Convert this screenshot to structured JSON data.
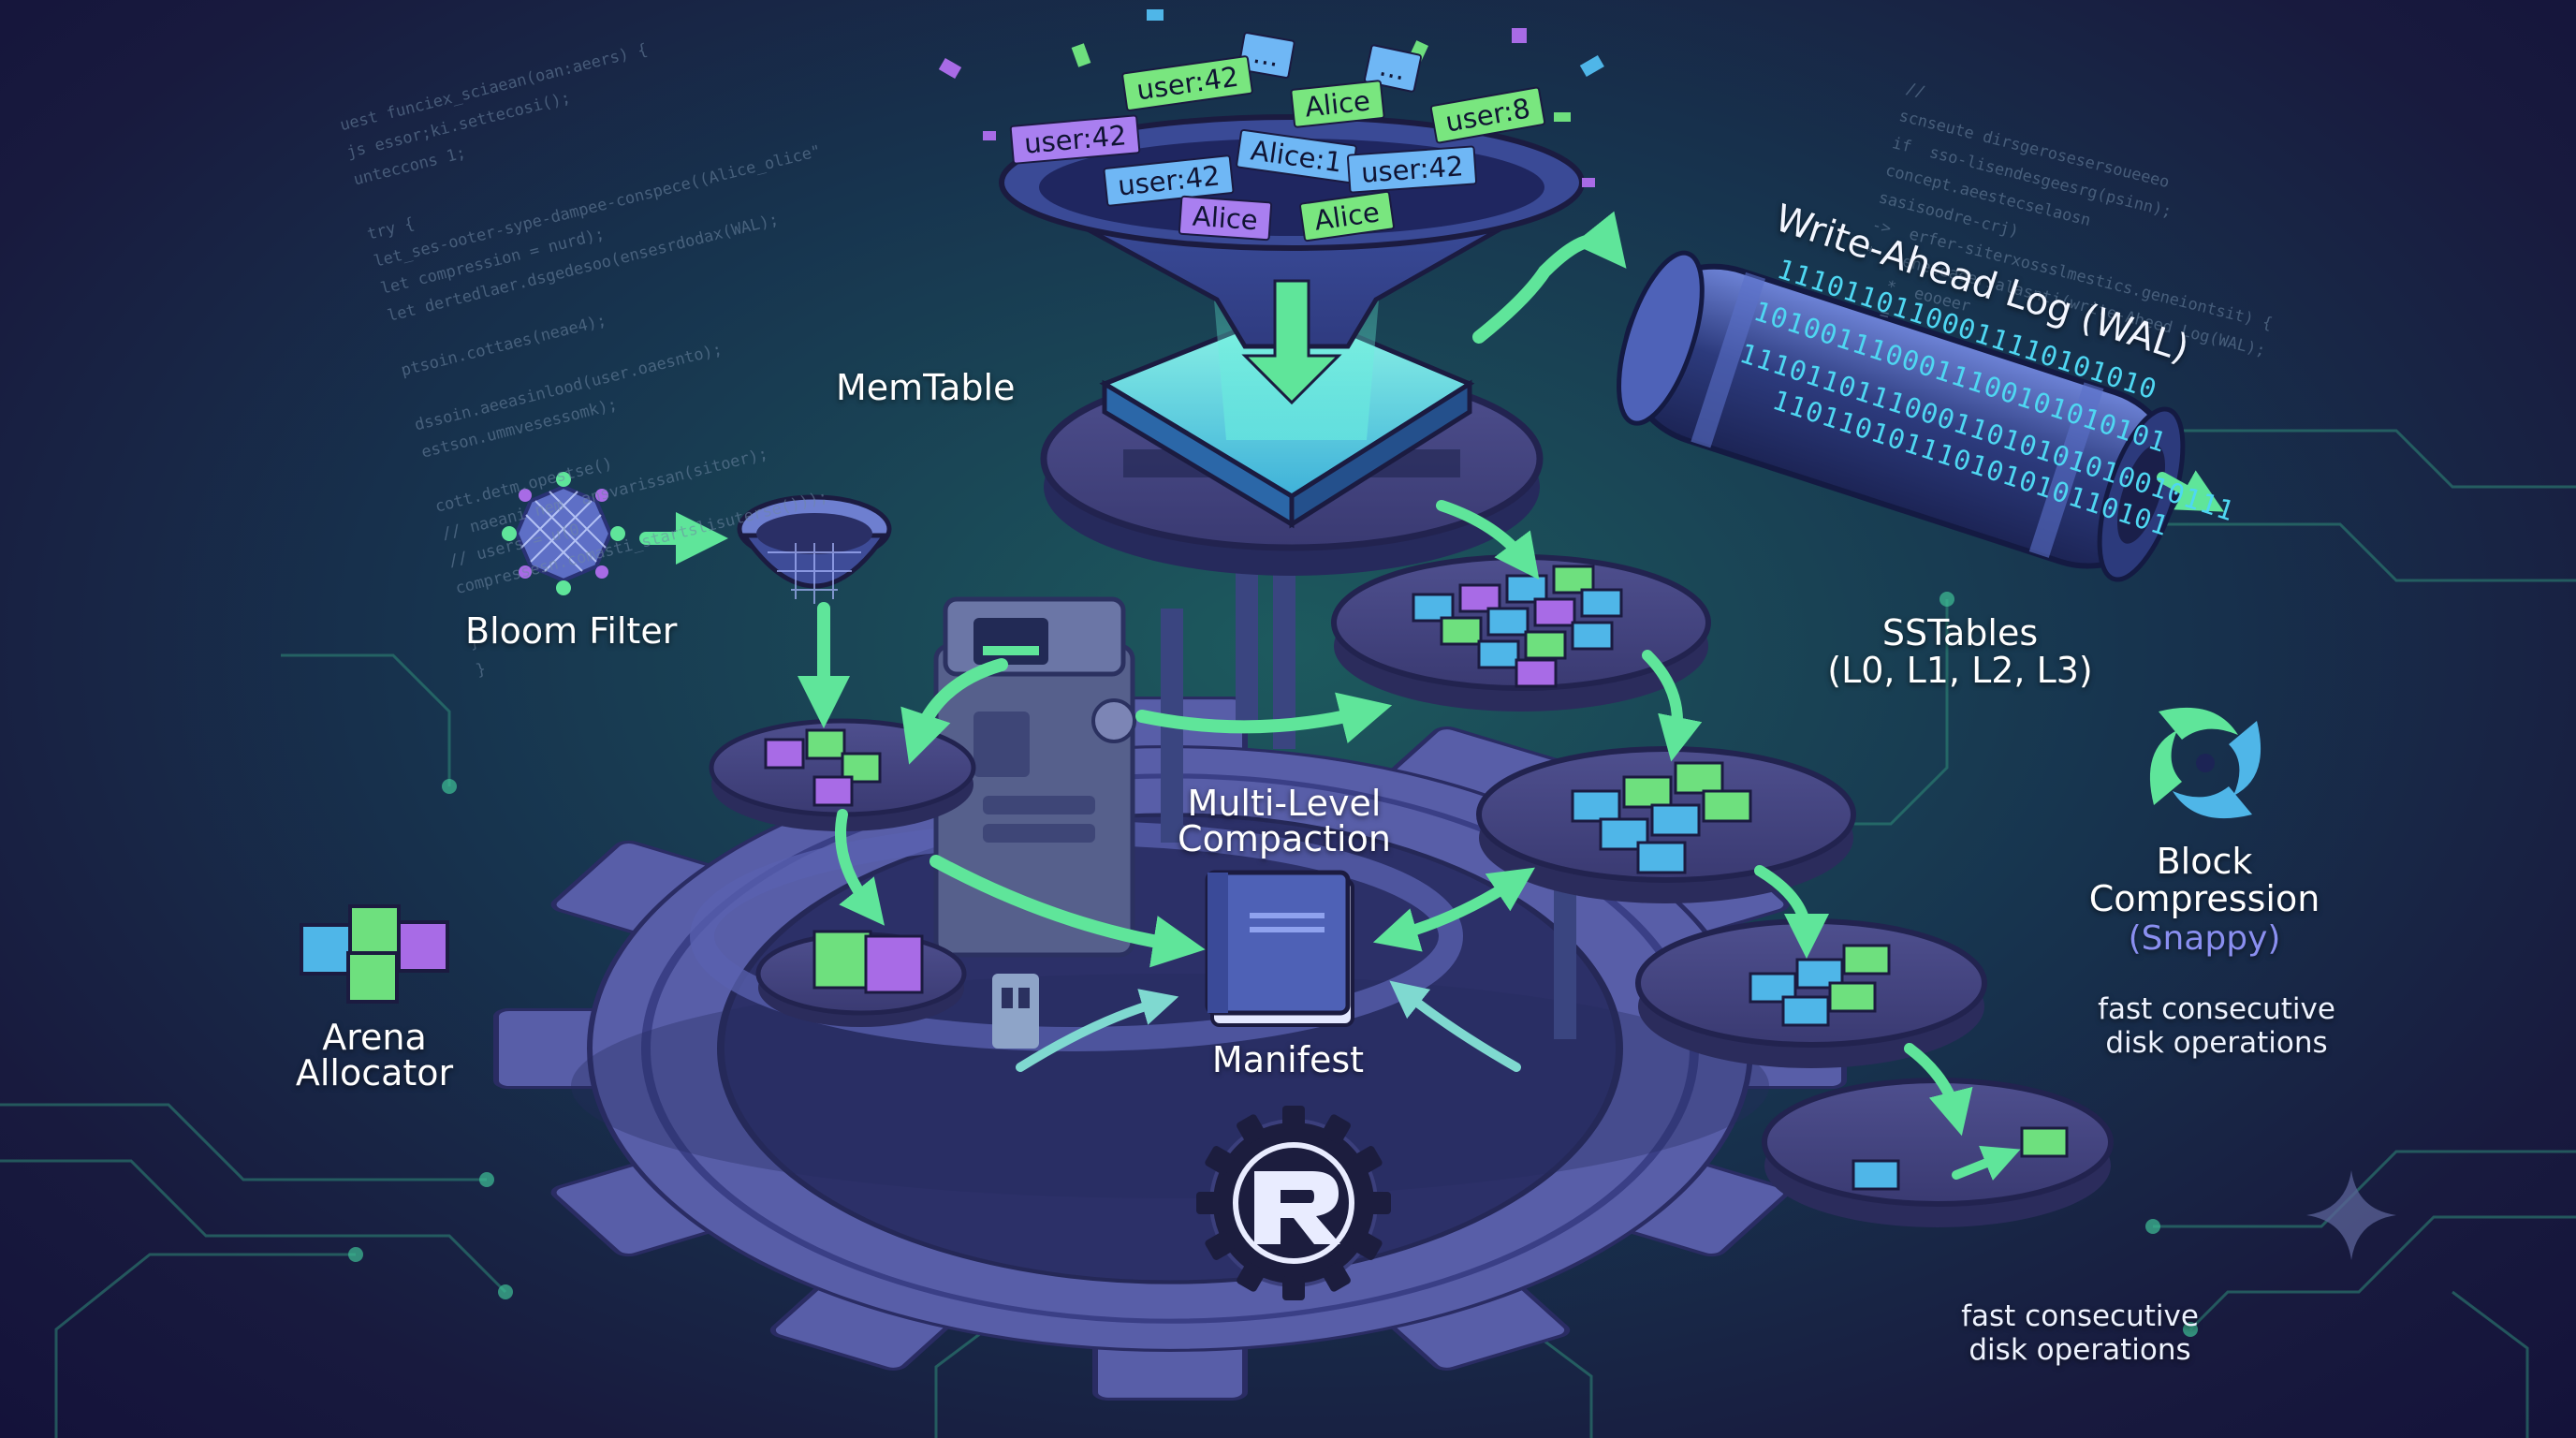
{
  "labels": {
    "memtable": "MemTable",
    "wal": "Write-Ahead Log (WAL)",
    "bloom_filter": "Bloom Filter",
    "sstables": "SSTables",
    "sstables_levels": "(L0, L1, L2, L3)",
    "compaction_line1": "Multi-Level",
    "compaction_line2": "Compaction",
    "block_compression_line1": "Block",
    "block_compression_line2": "Compression",
    "snappy": "(Snappy)",
    "note1_line1": "fast consecutive",
    "note1_line2": "disk operations",
    "arena_line1": "Arena",
    "arena_line2": "Allocator",
    "manifest": "Manifest",
    "note2_line1": "fast consecutive",
    "note2_line2": "disk operations"
  },
  "funnel_tags": [
    {
      "text": "...",
      "color": "blue"
    },
    {
      "text": "...",
      "color": "blue"
    },
    {
      "text": "user:42",
      "color": "green"
    },
    {
      "text": "Alice",
      "color": "green"
    },
    {
      "text": "user:8",
      "color": "green"
    },
    {
      "text": "user:42",
      "color": "purple"
    },
    {
      "text": "Alice:1",
      "color": "blue"
    },
    {
      "text": "user:42",
      "color": "blue"
    },
    {
      "text": "user:42",
      "color": "blue"
    },
    {
      "text": "Alice",
      "color": "purple"
    },
    {
      "text": "Alice",
      "color": "green"
    }
  ],
  "wal_bits": [
    "11101101100011110101010",
    "1010011100011100101010101",
    "111011011100011010101010010111",
    "110110101110101010110101"
  ],
  "code_left": [
    "uest funciex_sciaean(oan:aeers) {",
    "js essor;ki.settecosi();",
    "unteccons 1;",
    "",
    "try {",
    "let_ses-ooter-sype-dampee-conspece((Alice_olice\"",
    "let compression = nurd);",
    "let dertedlaer.dsgedesoo(ensesrdodax(WAL);",
    "",
    "ptsoin.cottaes(neae4);",
    "",
    "dssoin.aeeasinlood(user.oaesnto);",
    "estson.ummvesessomk);",
    "",
    "cott.detm.opestse()",
    "// naeani nem  ansvarissan(sitoer);",
    "// users = u(0",
    "compressesn.comasti_startslisuterse()));",
    "",
    "}",
    "}"
  ],
  "code_right": [
    "//",
    "scnseute dirsgerosesersoueeeo",
    "if  sso-lisendesgeesrg(psinn);",
    "concept.aeestecselaosn",
    "sasisoodre-crj)",
    "->  erfer-siterxossslmestics.geneiontsit) {",
    "*   eneteaeersalasnti(write-Aheed Log(WAL);",
    "   *  eooeer",
    "   =",
    "   -"
  ],
  "colors": {
    "accent_green": "#5fe59a",
    "disc": "#45457e",
    "disc_rim": "#2a2a5a",
    "gear": "#5a5fa8",
    "block_blue": "#4fb6e8",
    "block_green": "#6ee07e",
    "block_purple": "#a86be6",
    "wal_tube": "#3f4f9a"
  },
  "icons": {
    "rust_logo": "rust-logo-icon",
    "gear": "gear-icon",
    "funnel": "funnel-icon",
    "wal_tube": "log-tube-icon",
    "bloom_mesh": "mesh-icon",
    "sieve": "sieve-icon",
    "book": "book-icon",
    "machine": "compactor-machine-icon",
    "cubes": "cubes-icon",
    "snappy_swirl": "swirl-icon",
    "sparkle": "sparkle-icon"
  }
}
